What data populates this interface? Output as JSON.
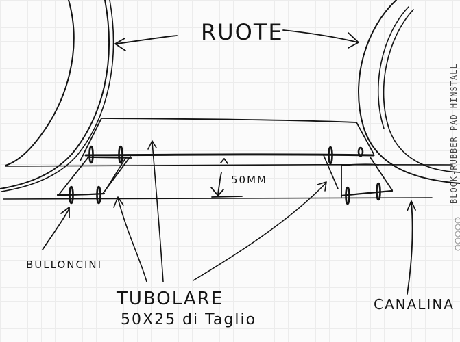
{
  "diagram": {
    "labels": {
      "wheels": "RUOTE",
      "dimension": "50MM",
      "bolts": "BULLONCINI",
      "tube_line1": "TUBOLARE",
      "tube_line2": "50X25 di Taglio",
      "channel": "CANALINA"
    },
    "margin_text": "BLOCK-RUBBER PAD HINSTALL"
  },
  "colors": {
    "ink": "#141414",
    "paper": "#fbfbfb",
    "grid": "#ececec"
  }
}
